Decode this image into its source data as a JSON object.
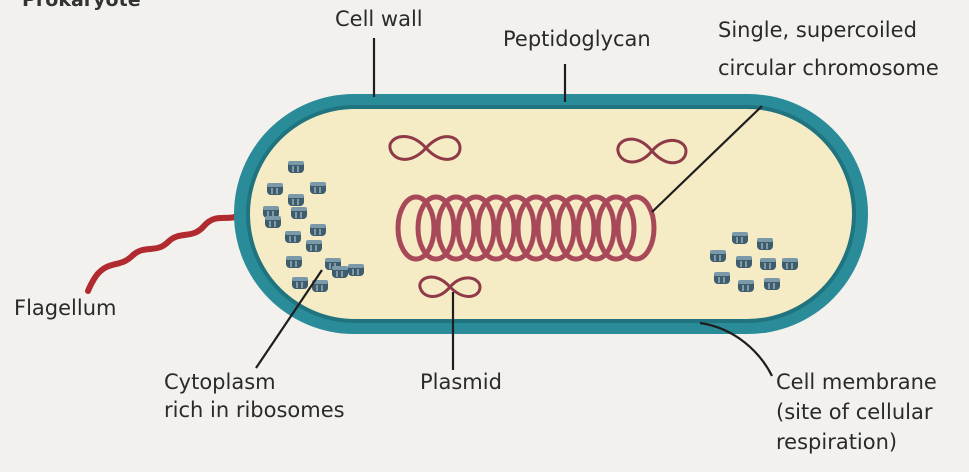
{
  "title": "Prokaryote",
  "labels": {
    "cell_wall": "Cell wall",
    "peptidoglycan": "Peptidoglycan",
    "chromosome": [
      "Single, supercoiled",
      "circular chromosome"
    ],
    "flagellum": "Flagellum",
    "cytoplasm": [
      "Cytoplasm",
      "rich in ribosomes"
    ],
    "plasmid": "Plasmid",
    "cell_membrane": [
      "Cell membrane",
      "(site of cellular",
      "respiration)"
    ]
  },
  "colors": {
    "cell_wall": "#2a8c99",
    "cytoplasm": "#f5ebc4",
    "dna": "#a8495a",
    "flagellum": "#b02a30",
    "ribosome": "#3d5d6e",
    "leader": "#1e1e1e"
  }
}
